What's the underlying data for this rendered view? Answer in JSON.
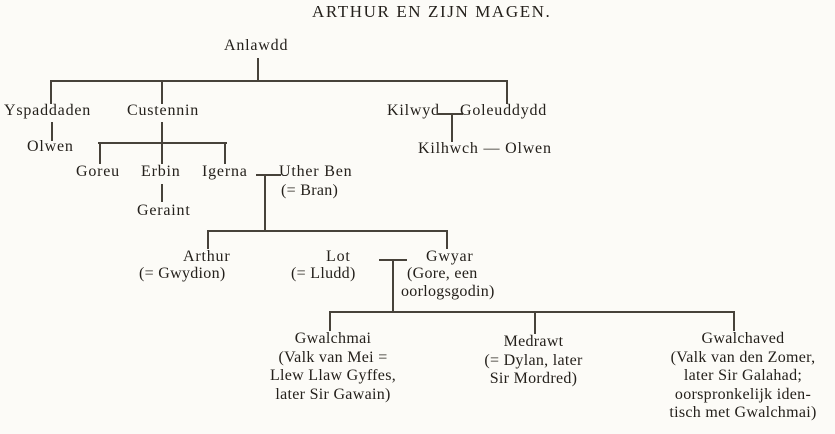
{
  "page": {
    "title": "ARTHUR EN ZIJN MAGEN."
  },
  "colors": {
    "paper": "#fcfbf7",
    "ink": "#24201b",
    "line": "#47423a"
  },
  "tree": {
    "anlawdd": "Anlawdd",
    "yspaddaden": "Yspaddaden",
    "custennin": "Custennin",
    "kilwyd": "Kilwyd",
    "goleuddydd": "Goleuddydd",
    "olwen": "Olwen",
    "kilhwch_olwen": "Kilhwch — Olwen",
    "goreu": "Goreu",
    "erbin": "Erbin",
    "igerna": "Igerna",
    "uther_ben": "Uther Ben",
    "uther_ben_note": "(= Bran)",
    "geraint": "Geraint",
    "arthur": "Arthur",
    "arthur_note": "(= Gwydion)",
    "lot": "Lot",
    "lot_note": "(= Lludd)",
    "gwyar": "Gwyar",
    "gwyar_note": [
      "(Gore, een",
      "oorlogsgodin)"
    ],
    "gwalchmai": "Gwalchmai",
    "gwalchmai_note": [
      "(Valk van Mei =",
      "Llew Llaw Gyffes,",
      "later Sir Gawain)"
    ],
    "medrawt": "Medrawt",
    "medrawt_note": [
      "(= Dylan, later",
      "Sir Mordred)"
    ],
    "gwalchaved": "Gwalchaved",
    "gwalchaved_note": [
      "(Valk van den Zomer,",
      "later Sir Galahad;",
      "oorspronkelijk iden-",
      "tisch met Gwalchmai)"
    ]
  }
}
